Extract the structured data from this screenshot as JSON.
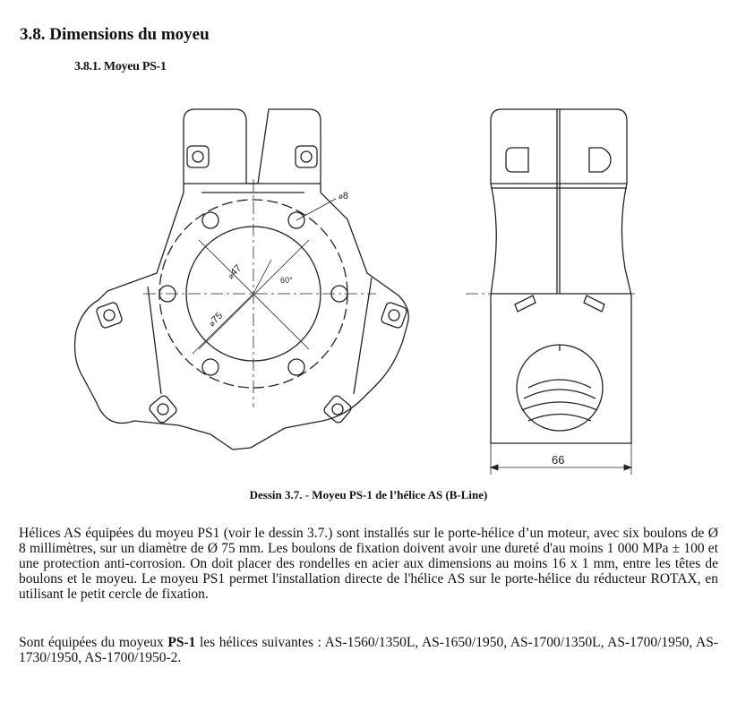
{
  "section": {
    "title": "3.8. Dimensions du moyeu"
  },
  "subsection": {
    "title": "3.8.1. Moyeu PS-1"
  },
  "drawing": {
    "dim_bolt": "8",
    "dim_inner": "47",
    "dim_bolt_circle": "75",
    "dim_angle": "60°",
    "dim_width": "66",
    "caption": "Dessin 3.7. - Moyeu PS-1 de l’hélice AS (B-Line)"
  },
  "paragraphs": {
    "p1": "Hélices AS équipées du moyeu PS1 (voir le dessin 3.7.) sont installés sur le porte-hélice d’un moteur, avec six boulons de Ø 8 millimètres, sur un diamètre de Ø 75 mm. Les boulons de fixation doivent avoir une dureté d'au moins 1 000 MPa ± 100 et une protection anti-corrosion. On doit placer des rondelles en acier aux dimensions au moins 16 x 1 mm, entre les têtes de boulons et le moyeu. Le moyeu PS1 permet l'installation directe de l'hélice AS sur le porte-hélice du réducteur ROTAX, en utilisant le petit cercle de fixation.",
    "p2_prefix": "Sont équipées du moyeux ",
    "p2_bold": "PS-1",
    "p2_suffix": " les hélices suivantes : AS-1560/1350L, AS-1650/1950, AS-1700/1350L, AS-1700/1950, AS-1730/1950, AS-1700/1950-2."
  }
}
